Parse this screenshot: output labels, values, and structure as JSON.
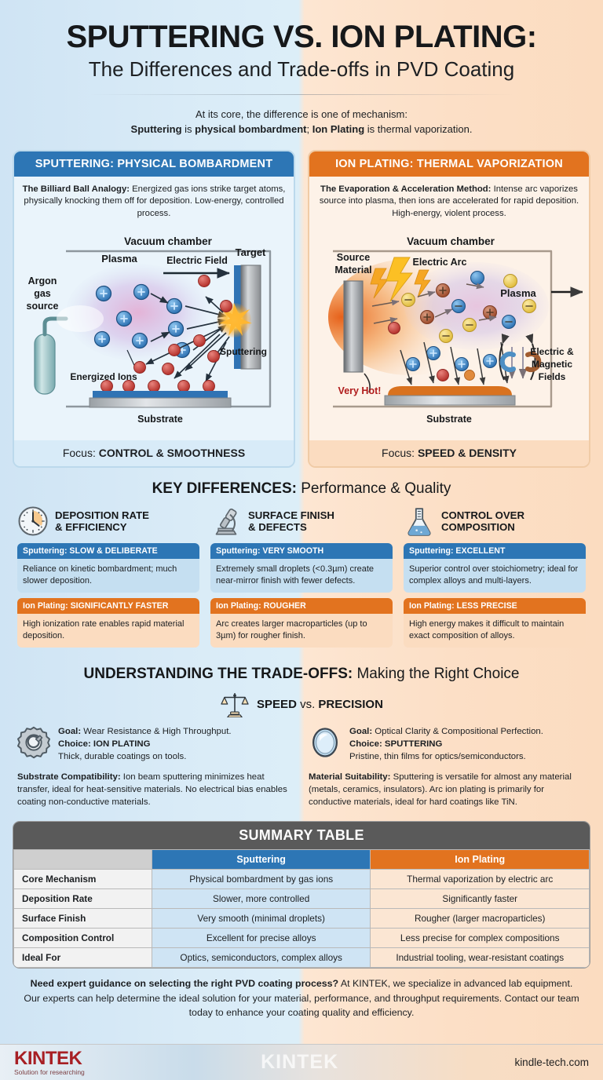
{
  "header": {
    "title": "SPUTTERING VS. ION PLATING:",
    "subtitle": "The Differences and Trade-offs in PVD Coating",
    "intro_line1": "At its core, the difference is one of mechanism:",
    "intro_a": "Sputtering",
    "intro_b": " is ",
    "intro_c": "physical bombardment",
    "intro_d": "; ",
    "intro_e": "Ion Plating",
    "intro_f": " is thermal vaporization."
  },
  "panels": [
    {
      "id": "sputtering",
      "heading": "SPUTTERING: PHYSICAL BOMBARDMENT",
      "desc_bold": "The Billiard Ball Analogy:",
      "desc_rest": " Energized gas ions strike target atoms, physically knocking them off for deposition. Low-energy, controlled process.",
      "labels": {
        "chamber": "Vacuum chamber",
        "plasma": "Plasma",
        "field": "Electric Field",
        "target": "Target",
        "source": "Argon gas source",
        "ions": "Energized Ions",
        "sputtering": "Sputtering",
        "substrate": "Substrate"
      },
      "focus_prefix": "Focus: ",
      "focus_value": "CONTROL & SMOOTHNESS"
    },
    {
      "id": "ion-plating",
      "heading": "ION PLATING: THERMAL VAPORIZATION",
      "desc_bold": "The Evaporation & Acceleration Method:",
      "desc_rest": " Intense arc vaporizes source into plasma, then ions are accelerated for rapid deposition. High-energy, violent process.",
      "labels": {
        "chamber": "Vacuum chamber",
        "source": "Source Material",
        "arc": "Electric Arc",
        "plasma": "Plasma",
        "hot": "Very Hot!",
        "fields": "Electric & Magnetic Fields",
        "substrate": "Substrate"
      },
      "focus_prefix": "Focus: ",
      "focus_value": "SPEED & DENSITY"
    }
  ],
  "key_differences": {
    "title_bold": "KEY DIFFERENCES:",
    "title_rest": " Performance & Quality",
    "columns": [
      {
        "icon": "clock-icon",
        "title_l1": "DEPOSITION RATE",
        "title_l2": "& EFFICIENCY",
        "sput_bar": "Sputtering: SLOW & DELIBERATE",
        "sput_body": "Reliance on kinetic bombardment; much slower deposition.",
        "ion_bar": "Ion Plating: SIGNIFICANTLY FASTER",
        "ion_body": "High ionization rate enables rapid material deposition."
      },
      {
        "icon": "microscope-icon",
        "title_l1": "SURFACE FINISH",
        "title_l2": "& DEFECTS",
        "sput_bar": "Sputtering: VERY SMOOTH",
        "sput_body": "Extremely small droplets (<0.3µm) create near-mirror finish with fewer defects.",
        "ion_bar": "Ion Plating: ROUGHER",
        "ion_body": "Arc creates larger macroparticles (up to 3µm) for rougher finish."
      },
      {
        "icon": "flask-icon",
        "title_l1": "CONTROL OVER",
        "title_l2": "COMPOSITION",
        "sput_bar": "Sputtering: EXCELLENT",
        "sput_body": "Superior control over stoichiometry; ideal for complex alloys and multi-layers.",
        "ion_bar": "Ion Plating: LESS PRECISE",
        "ion_body": "High energy makes it difficult to maintain exact composition of alloys."
      }
    ]
  },
  "tradeoffs": {
    "title_bold": "UNDERSTANDING THE TRADE-OFFS:",
    "title_rest": " Making the Right Choice",
    "scale_a": "SPEED",
    "scale_mid": " vs. ",
    "scale_b": "PRECISION",
    "left": {
      "icon": "gear-wrench-icon",
      "goal_label": "Goal:",
      "goal_value": " Wear Resistance & High Throughput.",
      "choice_label": "Choice: ION PLATING",
      "choice_value": "Thick, durable coatings on tools.",
      "note_label": "Substrate Compatibility:",
      "note_value": " Ion beam sputtering minimizes heat transfer, ideal for heat-sensitive materials. No electrical bias enables coating non-conductive materials."
    },
    "right": {
      "icon": "lens-icon",
      "goal_label": "Goal:",
      "goal_value": " Optical Clarity & Compositional Perfection.",
      "choice_label": "Choice: SPUTTERING",
      "choice_value": "Pristine, thin films for optics/semiconductors.",
      "note_label": "Material Suitability:",
      "note_value": " Sputtering is versatile for almost any material (metals, ceramics, insulators). Arc ion plating is primarily for conductive materials, ideal for hard coatings like TiN."
    }
  },
  "summary_table": {
    "title": "SUMMARY TABLE",
    "headers": [
      "",
      "Sputtering",
      "Ion Plating"
    ],
    "rows": [
      [
        "Core Mechanism",
        "Physical bombardment by gas ions",
        "Thermal vaporization by electric arc"
      ],
      [
        "Deposition Rate",
        "Slower, more controlled",
        "Significantly faster"
      ],
      [
        "Surface Finish",
        "Very smooth (minimal droplets)",
        "Rougher (larger macroparticles)"
      ],
      [
        "Composition Control",
        "Excellent for precise alloys",
        "Less precise for complex compositions"
      ],
      [
        "Ideal For",
        "Optics, semiconductors, complex alloys",
        "Industrial tooling, wear-resistant coatings"
      ]
    ]
  },
  "cta": {
    "bold": "Need expert guidance on selecting the right PVD coating process?",
    "rest": " At KINTEK, we specialize in advanced lab equipment. Our experts can help determine the ideal solution for your material, performance, and throughput requirements. Contact our team today to enhance your coating quality and efficiency."
  },
  "footer": {
    "brand": "KINTEK",
    "tagline": "Solution for researching",
    "watermark": "KINTEK",
    "url": "kindle-tech.com"
  },
  "colors": {
    "sputtering_blue": "#2d76b5",
    "ion_orange": "#e2731f",
    "table_header_gray": "#5a5a5a",
    "brand_red": "#a71f24"
  }
}
